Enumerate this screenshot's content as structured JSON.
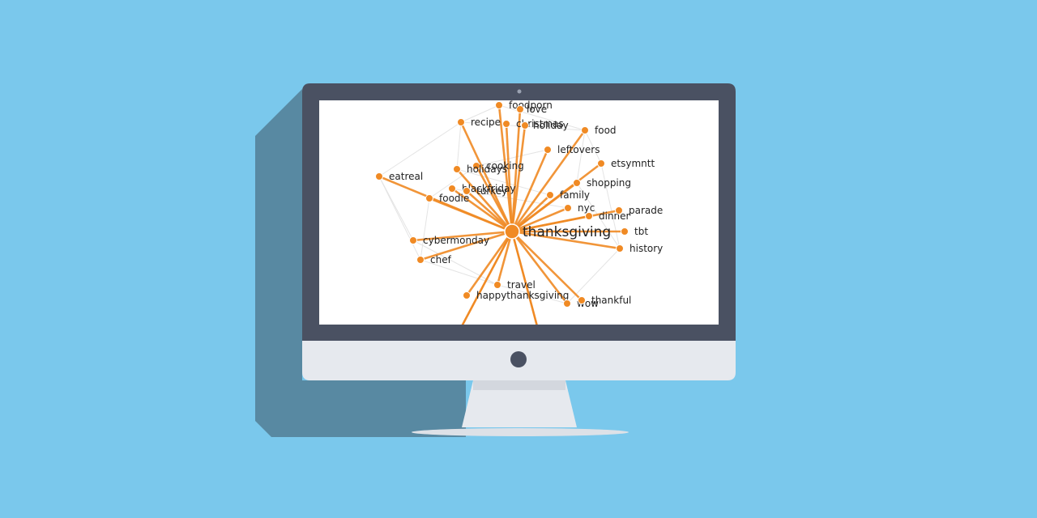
{
  "colors": {
    "background": "#7ac8ec",
    "shadow": "#5889a2",
    "bezel": "#4a5162",
    "chin": "#e6e9ee",
    "stand": "#e6e9ee",
    "edge": "#f08a24",
    "node": "#f08a24",
    "faint_edge": "#e4e4e4"
  },
  "graph": {
    "center": "thanksgiving",
    "nodes": [
      "foodporn",
      "love",
      "recipe",
      "christmas",
      "holiday",
      "food",
      "leftovers",
      "etsymntt",
      "cooking",
      "holidays",
      "eatreal",
      "shopping",
      "blackfriday",
      "turkey",
      "family",
      "foodie",
      "nyc",
      "dinner",
      "parade",
      "tbt",
      "cybermonday",
      "history",
      "chef",
      "travel",
      "happythanksgiving",
      "wow",
      "thankful"
    ]
  }
}
